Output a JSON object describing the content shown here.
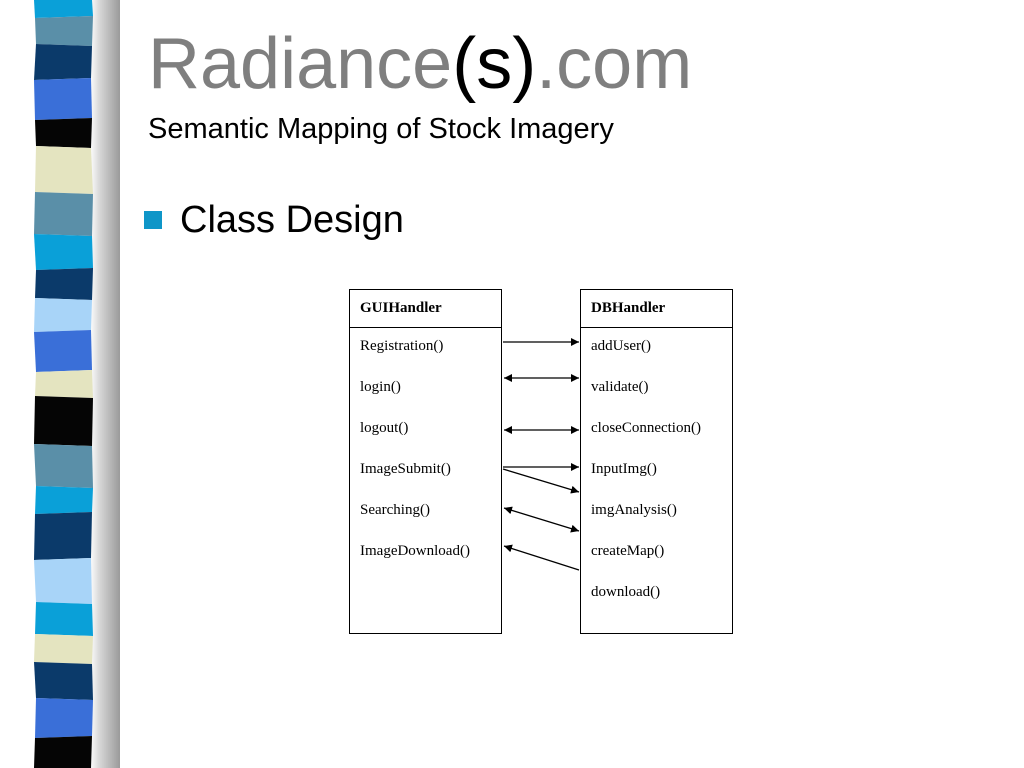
{
  "slide": {
    "title_part1": "Radiance",
    "title_part2": "(s)",
    "title_part3": ".com",
    "subtitle": "Semantic Mapping of Stock Imagery",
    "bullet": "Class Design",
    "bullet_color": "#0f96c8",
    "title_color": "#7f7f7f"
  },
  "diagram": {
    "gui": {
      "name": "GUIHandler",
      "methods": [
        "Registration()",
        "login()",
        "logout()",
        "ImageSubmit()",
        "Searching()",
        "ImageDownload()"
      ]
    },
    "db": {
      "name": "DBHandler",
      "methods": [
        "addUser()",
        "validate()",
        "closeConnection()",
        "InputImg()",
        "imgAnalysis()",
        "createMap()",
        "download()"
      ]
    },
    "connections": [
      {
        "from": "Registration()",
        "to": "addUser()",
        "direction": "to-db"
      },
      {
        "from": "login()",
        "to": "validate()",
        "direction": "both"
      },
      {
        "from": "logout()",
        "to": "closeConnection()",
        "direction": "both"
      },
      {
        "from": "ImageSubmit()",
        "to": "InputImg()",
        "direction": "to-db"
      },
      {
        "from": "ImageSubmit()",
        "to": "imgAnalysis()",
        "direction": "to-db"
      },
      {
        "from": "Searching()",
        "to": "imgAnalysis()",
        "direction": "both"
      },
      {
        "from": "ImageDownload()",
        "to": "createMap()",
        "direction": "to-gui"
      }
    ]
  }
}
